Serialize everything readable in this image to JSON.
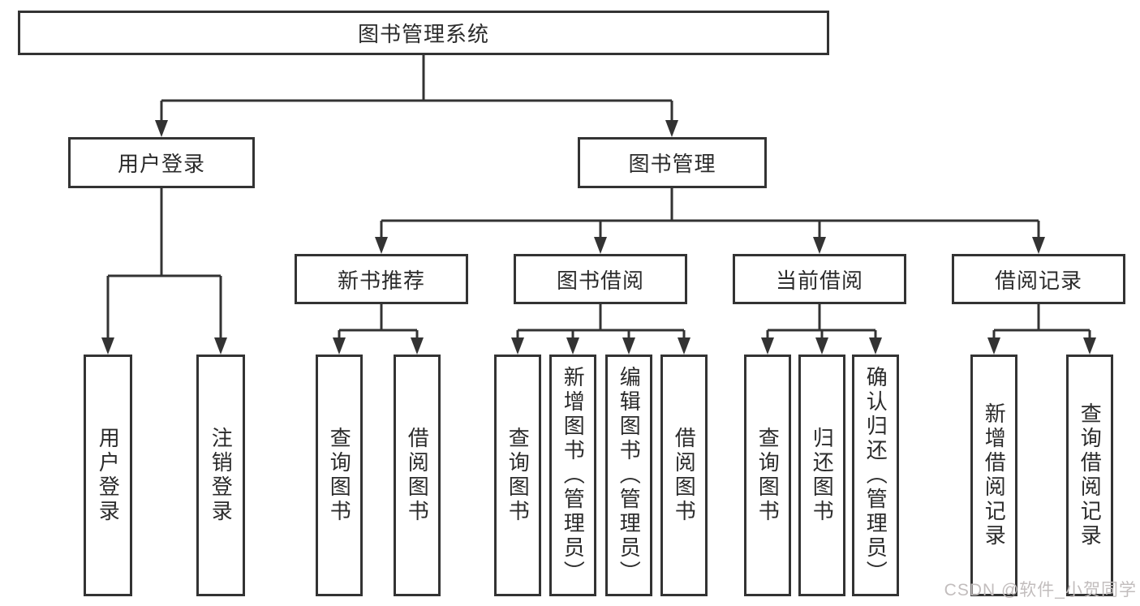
{
  "diagram": {
    "root": {
      "label": "图书管理系统"
    },
    "level2": [
      {
        "label": "用户登录"
      },
      {
        "label": "图书管理"
      }
    ],
    "level3": [
      {
        "label": "新书推荐"
      },
      {
        "label": "图书借阅"
      },
      {
        "label": "当前借阅"
      },
      {
        "label": "借阅记录"
      }
    ],
    "leaves": {
      "user_login": [
        "用户登录",
        "注销登录"
      ],
      "new_book_recommend": [
        "查询图书",
        "借阅图书"
      ],
      "book_borrow": [
        "查询图书",
        "新增图书（管理员）",
        "编辑图书（管理员）",
        "借阅图书"
      ],
      "current_borrow": [
        "查询图书",
        "归还图书",
        "确认归还（管理员）"
      ],
      "borrow_records": [
        "新增借阅记录",
        "查询借阅记录"
      ]
    }
  },
  "watermark": {
    "text": "CSDN @软件_小贺同学"
  },
  "colors": {
    "line": "#333333",
    "text": "#2b2b2b",
    "background": "#ffffff",
    "watermark": "#c2bdbd"
  }
}
